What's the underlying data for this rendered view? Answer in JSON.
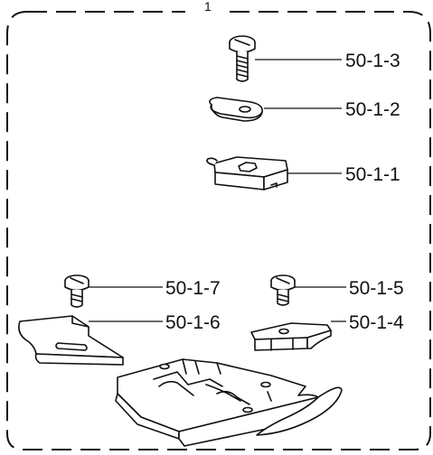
{
  "parts": [
    {
      "name": "screw-top",
      "label": "50-1-3"
    },
    {
      "name": "washer-tab",
      "label": "50-1-2"
    },
    {
      "name": "nut-block",
      "label": "50-1-1"
    },
    {
      "name": "screw-left",
      "label": "50-1-7"
    },
    {
      "name": "screw-right",
      "label": "50-1-5"
    },
    {
      "name": "guide-plate",
      "label": "50-1-6"
    },
    {
      "name": "bracket-right",
      "label": "50-1-4"
    }
  ],
  "assembly_label": "1"
}
